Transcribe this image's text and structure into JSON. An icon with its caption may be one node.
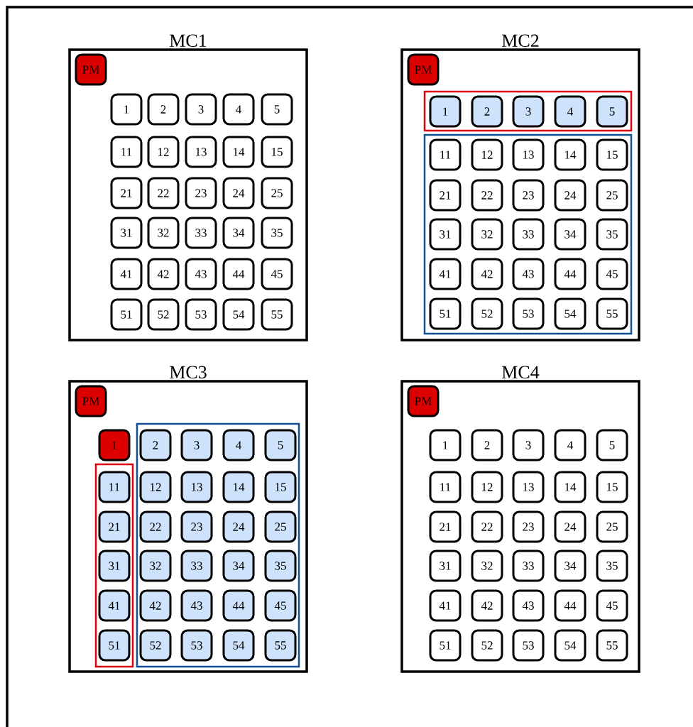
{
  "diagram": {
    "nodes": [
      {
        "text": [
          "MC1"
        ]
      },
      {
        "text": [
          "PM"
        ],
        "in": 0
      },
      {
        "text": [
          "1"
        ],
        "in": 0
      },
      {
        "text": [
          "2"
        ],
        "in": 0
      },
      {
        "text": [
          "3"
        ],
        "in": 0
      },
      {
        "text": [
          "4"
        ],
        "in": 0
      },
      {
        "text": [
          "5"
        ],
        "in": 0
      },
      {
        "text": [
          "11"
        ],
        "in": 0
      },
      {
        "text": [
          "12"
        ],
        "in": 0
      },
      {
        "text": [
          "13"
        ],
        "in": 0
      },
      {
        "text": [
          "14"
        ],
        "in": 0
      },
      {
        "text": [
          "15"
        ],
        "in": 0
      },
      {
        "text": [
          "21"
        ],
        "in": 0
      },
      {
        "text": [
          "22"
        ],
        "in": 0
      },
      {
        "text": [
          "23"
        ],
        "in": 0
      },
      {
        "text": [
          "24"
        ],
        "in": 0
      },
      {
        "text": [
          "25"
        ],
        "in": 0
      },
      {
        "text": [
          "31"
        ],
        "in": 0
      },
      {
        "text": [
          "32"
        ],
        "in": 0
      },
      {
        "text": [
          "33"
        ],
        "in": 0
      },
      {
        "text": [
          "34"
        ],
        "in": 0
      },
      {
        "text": [
          "35"
        ],
        "in": 0
      },
      {
        "text": [
          "41"
        ],
        "in": 0
      },
      {
        "text": [
          "42"
        ],
        "in": 0
      },
      {
        "text": [
          "43"
        ],
        "in": 0
      },
      {
        "text": [
          "44"
        ],
        "in": 0
      },
      {
        "text": [
          "45"
        ],
        "in": 0
      },
      {
        "text": [
          "51"
        ],
        "in": 0
      },
      {
        "text": [
          "52"
        ],
        "in": 0
      },
      {
        "text": [
          "53"
        ],
        "in": 0
      },
      {
        "text": [
          "54"
        ],
        "in": 0
      },
      {
        "text": [
          "55"
        ],
        "in": 0
      },
      {
        "text": [
          "MC2"
        ]
      },
      {
        "text": [
          "PM"
        ],
        "in": 32
      },
      {
        "text": [],
        "shape": "box",
        "in": 32
      },
      {
        "text": [
          "1"
        ],
        "in": 34
      },
      {
        "text": [
          "2"
        ],
        "in": 34
      },
      {
        "text": [
          "3"
        ],
        "in": 34
      },
      {
        "text": [
          "4"
        ],
        "in": 34
      },
      {
        "text": [
          "5"
        ],
        "in": 34
      },
      {
        "text": [],
        "shape": "box",
        "in": 32
      },
      {
        "text": [
          "11"
        ],
        "in": 40
      },
      {
        "text": [
          "12"
        ],
        "in": 40
      },
      {
        "text": [
          "13"
        ],
        "in": 40
      },
      {
        "text": [
          "14"
        ],
        "in": 40
      },
      {
        "text": [
          "15"
        ],
        "in": 40
      },
      {
        "text": [
          "21"
        ],
        "in": 40
      },
      {
        "text": [
          "22"
        ],
        "in": 40
      },
      {
        "text": [
          "23"
        ],
        "in": 40
      },
      {
        "text": [
          "24"
        ],
        "in": 40
      },
      {
        "text": [
          "25"
        ],
        "in": 40
      },
      {
        "text": [
          "31"
        ],
        "in": 40
      },
      {
        "text": [
          "32"
        ],
        "in": 40
      },
      {
        "text": [
          "33"
        ],
        "in": 40
      },
      {
        "text": [
          "34"
        ],
        "in": 40
      },
      {
        "text": [
          "35"
        ],
        "in": 40
      },
      {
        "text": [
          "41"
        ],
        "in": 40
      },
      {
        "text": [
          "42"
        ],
        "in": 40
      },
      {
        "text": [
          "43"
        ],
        "in": 40
      },
      {
        "text": [
          "44"
        ],
        "in": 40
      },
      {
        "text": [
          "45"
        ],
        "in": 40
      },
      {
        "text": [
          "51"
        ],
        "in": 40
      },
      {
        "text": [
          "52"
        ],
        "in": 40
      },
      {
        "text": [
          "53"
        ],
        "in": 40
      },
      {
        "text": [
          "54"
        ],
        "in": 40
      },
      {
        "text": [
          "55"
        ],
        "in": 40
      },
      {
        "text": [
          "MC3"
        ]
      },
      {
        "text": [
          "PM"
        ],
        "in": 66
      },
      {
        "text": [
          "1"
        ],
        "in": 66
      },
      {
        "text": [],
        "shape": "box",
        "in": 66
      },
      {
        "text": [
          "11"
        ],
        "in": 69
      },
      {
        "text": [
          "21"
        ],
        "in": 69
      },
      {
        "text": [
          "31"
        ],
        "in": 69
      },
      {
        "text": [
          "41"
        ],
        "in": 69
      },
      {
        "text": [
          "51"
        ],
        "in": 69
      },
      {
        "text": [],
        "shape": "box",
        "in": 66
      },
      {
        "text": [
          "2"
        ],
        "in": 75
      },
      {
        "text": [
          "3"
        ],
        "in": 75
      },
      {
        "text": [
          "4"
        ],
        "in": 75
      },
      {
        "text": [
          "5"
        ],
        "in": 75
      },
      {
        "text": [
          "12"
        ],
        "in": 75
      },
      {
        "text": [
          "13"
        ],
        "in": 75
      },
      {
        "text": [
          "14"
        ],
        "in": 75
      },
      {
        "text": [
          "15"
        ],
        "in": 75
      },
      {
        "text": [
          "22"
        ],
        "in": 75
      },
      {
        "text": [
          "23"
        ],
        "in": 75
      },
      {
        "text": [
          "24"
        ],
        "in": 75
      },
      {
        "text": [
          "25"
        ],
        "in": 75
      },
      {
        "text": [
          "32"
        ],
        "in": 75
      },
      {
        "text": [
          "33"
        ],
        "in": 75
      },
      {
        "text": [
          "34"
        ],
        "in": 75
      },
      {
        "text": [
          "35"
        ],
        "in": 75
      },
      {
        "text": [
          "42"
        ],
        "in": 75
      },
      {
        "text": [
          "43"
        ],
        "in": 75
      },
      {
        "text": [
          "44"
        ],
        "in": 75
      },
      {
        "text": [
          "45"
        ],
        "in": 75
      },
      {
        "text": [
          "52"
        ],
        "in": 75
      },
      {
        "text": [
          "53"
        ],
        "in": 75
      },
      {
        "text": [
          "54"
        ],
        "in": 75
      },
      {
        "text": [
          "55"
        ],
        "in": 75
      },
      {
        "text": [
          "MC4"
        ]
      },
      {
        "text": [
          "PM"
        ],
        "in": 100
      },
      {
        "text": [
          "1"
        ],
        "in": 100
      },
      {
        "text": [
          "2"
        ],
        "in": 100
      },
      {
        "text": [
          "3"
        ],
        "in": 100
      },
      {
        "text": [
          "4"
        ],
        "in": 100
      },
      {
        "text": [
          "5"
        ],
        "in": 100
      },
      {
        "text": [
          "11"
        ],
        "in": 100
      },
      {
        "text": [
          "12"
        ],
        "in": 100
      },
      {
        "text": [
          "13"
        ],
        "in": 100
      },
      {
        "text": [
          "14"
        ],
        "in": 100
      },
      {
        "text": [
          "15"
        ],
        "in": 100
      },
      {
        "text": [
          "21"
        ],
        "in": 100
      },
      {
        "text": [
          "22"
        ],
        "in": 100
      },
      {
        "text": [
          "23"
        ],
        "in": 100
      },
      {
        "text": [
          "24"
        ],
        "in": 100
      },
      {
        "text": [
          "25"
        ],
        "in": 100
      },
      {
        "text": [
          "31"
        ],
        "in": 100
      },
      {
        "text": [
          "32"
        ],
        "in": 100
      },
      {
        "text": [
          "33"
        ],
        "in": 100
      },
      {
        "text": [
          "34"
        ],
        "in": 100
      },
      {
        "text": [
          "35"
        ],
        "in": 100
      },
      {
        "text": [
          "41"
        ],
        "in": 100
      },
      {
        "text": [
          "42"
        ],
        "in": 100
      },
      {
        "text": [
          "43"
        ],
        "in": 100
      },
      {
        "text": [
          "44"
        ],
        "in": 100
      },
      {
        "text": [
          "45"
        ],
        "in": 100
      },
      {
        "text": [
          "51"
        ],
        "in": 100
      },
      {
        "text": [
          "52"
        ],
        "in": 100
      },
      {
        "text": [
          "53"
        ],
        "in": 100
      },
      {
        "text": [
          "54"
        ],
        "in": 100
      },
      {
        "text": [
          "55"
        ],
        "in": 100
      }
    ]
  }
}
